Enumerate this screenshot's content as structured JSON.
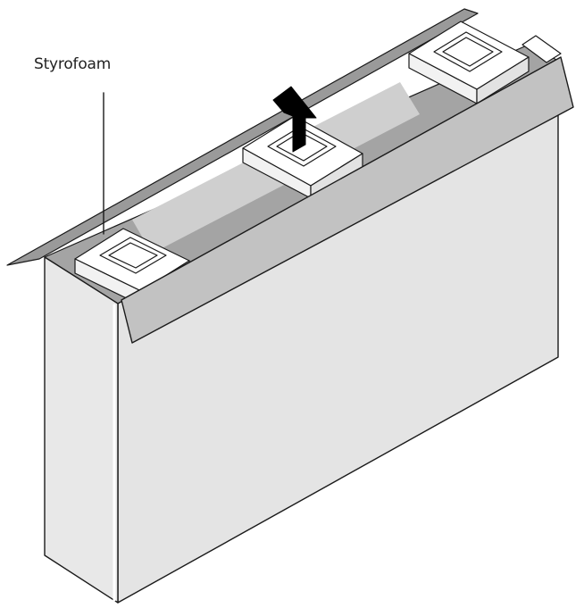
{
  "callout": {
    "label": "Styrofoam"
  },
  "figure": {
    "subject": "box-with-styrofoam-inserts",
    "action": "lift-styrofoam-upward",
    "colors": {
      "box_face": "#e6e6e6",
      "flap": "#c4c4c4",
      "box_interior": "#a6a6a6",
      "styrofoam": "#ffffff",
      "outline": "#1a1a1a",
      "arrow": "#000000"
    }
  }
}
